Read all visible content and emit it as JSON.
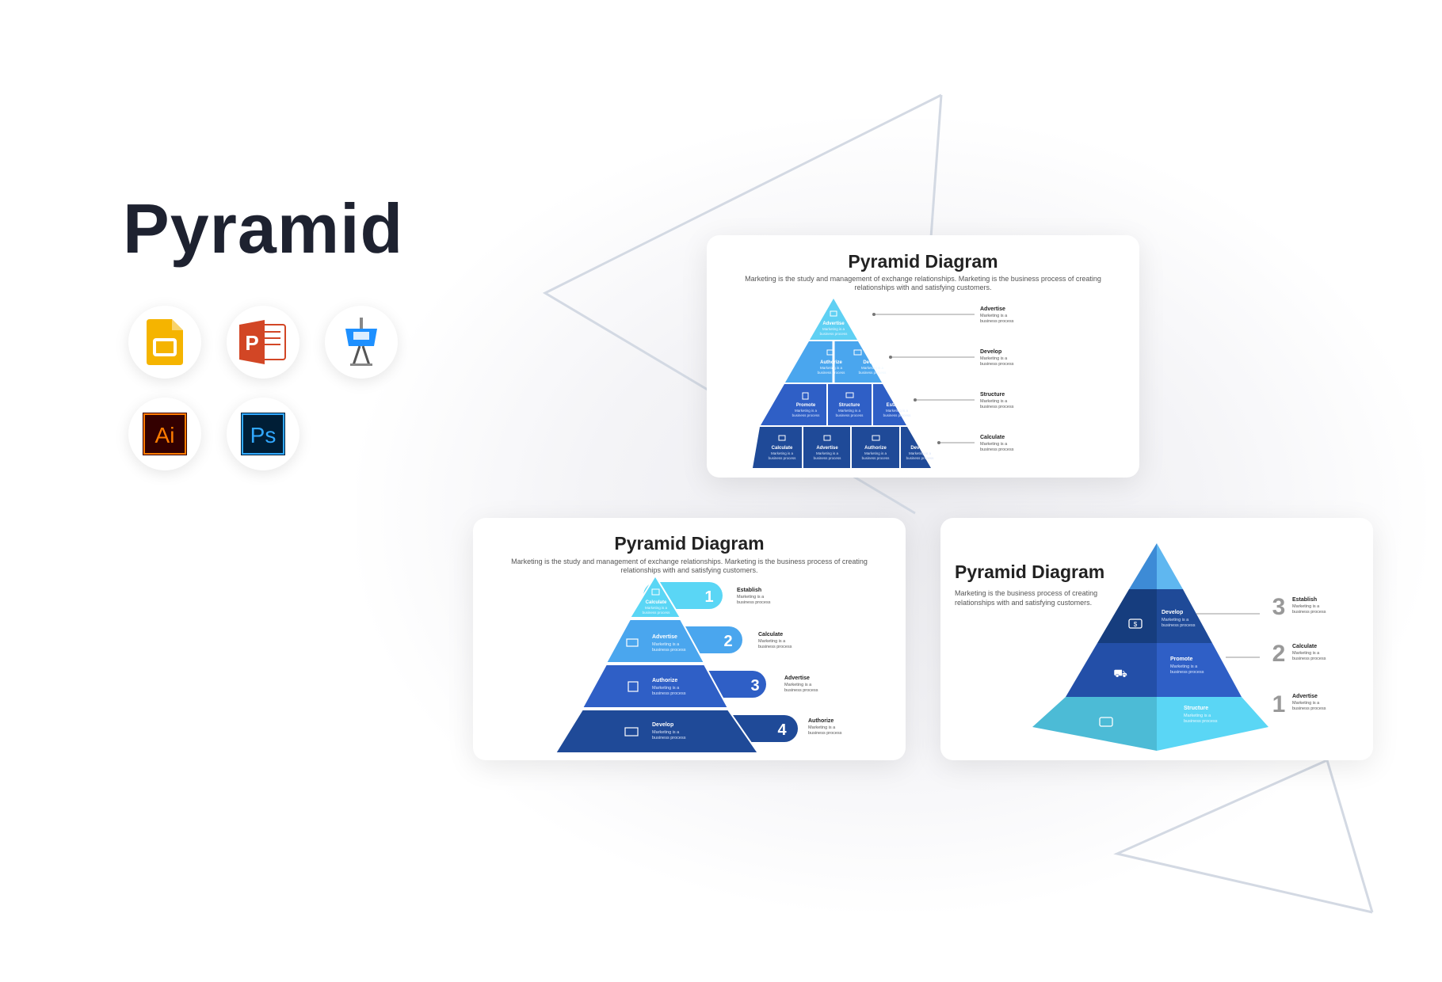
{
  "page": {
    "title": "Pyramid",
    "app_icons": [
      {
        "name": "google-slides-icon",
        "color": "#F5B400"
      },
      {
        "name": "powerpoint-icon",
        "color": "#D24625",
        "glyph": "P"
      },
      {
        "name": "keynote-icon",
        "color": "#1E90FF"
      },
      {
        "name": "illustrator-icon",
        "color": "#FF7C00",
        "glyph": "Ai"
      },
      {
        "name": "photoshop-icon",
        "color": "#31A8FF",
        "glyph": "Ps"
      }
    ]
  },
  "slide_a": {
    "title": "Pyramid Diagram",
    "desc_line1": "Marketing is the study and management of exchange relationships. Marketing is the business process of creating",
    "desc_line2": "relationships with and satisfying customers.",
    "tiers": [
      {
        "cells": [
          "Advertise"
        ]
      },
      {
        "cells": [
          "Authorize",
          "Develop"
        ]
      },
      {
        "cells": [
          "Promote",
          "Structure",
          "Establish"
        ]
      },
      {
        "cells": [
          "Calculate",
          "Advertise",
          "Authorize",
          "Develop"
        ]
      }
    ],
    "cell_sub1": "Marketing is a",
    "cell_sub2": "business process",
    "callouts": [
      {
        "title": "Advertise",
        "line1": "Marketing is a",
        "line2": "business process"
      },
      {
        "title": "Develop",
        "line1": "Marketing is a",
        "line2": "business process"
      },
      {
        "title": "Structure",
        "line1": "Marketing is a",
        "line2": "business process"
      },
      {
        "title": "Calculate",
        "line1": "Marketing is a",
        "line2": "business process"
      }
    ]
  },
  "slide_b": {
    "title": "Pyramid Diagram",
    "desc_line1": "Marketing is the study and management of exchange relationships. Marketing is the business process of creating",
    "desc_line2": "relationships with and satisfying customers.",
    "tiers": [
      {
        "label": "Calculate",
        "number": "1",
        "side_title": "Establish",
        "color": "#5ad6f5"
      },
      {
        "label": "Advertise",
        "number": "2",
        "side_title": "Calculate",
        "color": "#4aa6ee"
      },
      {
        "label": "Authorize",
        "number": "3",
        "side_title": "Advertise",
        "color": "#2f5fc6"
      },
      {
        "label": "Develop",
        "number": "4",
        "side_title": "Authorize",
        "color": "#1f4a98"
      }
    ],
    "sub1": "Marketing is a",
    "sub2": "business process"
  },
  "slide_c": {
    "title": "Pyramid Diagram",
    "desc_line1": "Marketing is the business process of creating",
    "desc_line2": "relationships with and satisfying customers.",
    "tiers": [
      {
        "label": "Develop",
        "number": "3",
        "side_title": "Establish"
      },
      {
        "label": "Promote",
        "number": "2",
        "side_title": "Calculate"
      },
      {
        "label": "Structure",
        "number": "1",
        "side_title": "Advertise"
      }
    ],
    "sub1": "Marketing is a",
    "sub2": "business process"
  }
}
